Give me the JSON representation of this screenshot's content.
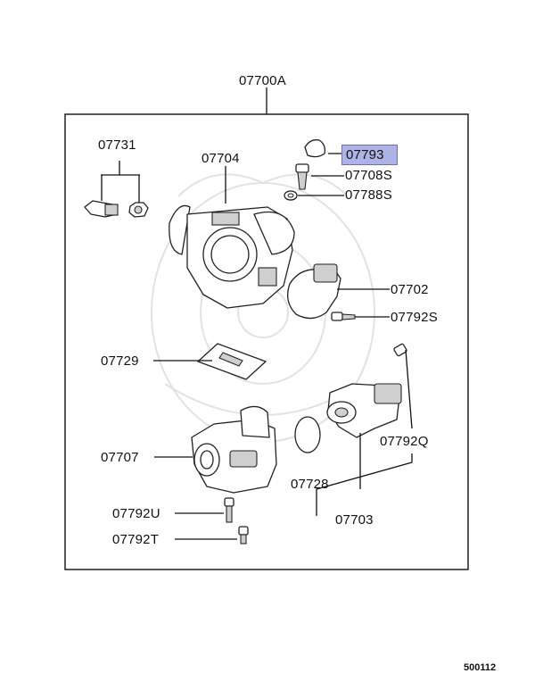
{
  "diagram": {
    "assembly_label": "07700A",
    "reference_code": "500112",
    "parts": {
      "p07731": "07731",
      "p07704": "07704",
      "p07793": "07793",
      "p07708S": "07708S",
      "p07788S": "07788S",
      "p07702": "07702",
      "p07792S": "07792S",
      "p07729": "07729",
      "p07792Q": "07792Q",
      "p07707": "07707",
      "p07728": "07728",
      "p07703": "07703",
      "p07792U": "07792U",
      "p07792T": "07792T"
    },
    "highlighted_part": "07793",
    "highlight_color": "#aeb3e6"
  }
}
